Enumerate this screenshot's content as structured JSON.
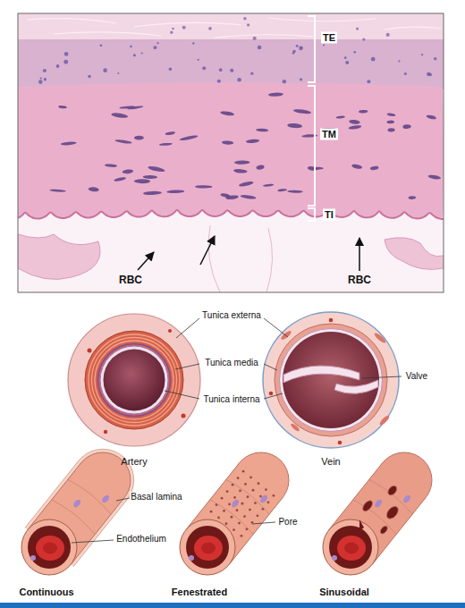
{
  "diagram": {
    "labels": [
      "TE",
      "TM",
      "TI",
      "RBC",
      "RBC",
      "Tunica externa",
      "Tunica media",
      "Tunica interna",
      "Valve",
      "Artery",
      "Vein",
      "Basal lamina",
      "Endothelium",
      "Pore",
      "Continuous",
      "Fenestrated",
      "Sinusoidal"
    ]
  }
}
